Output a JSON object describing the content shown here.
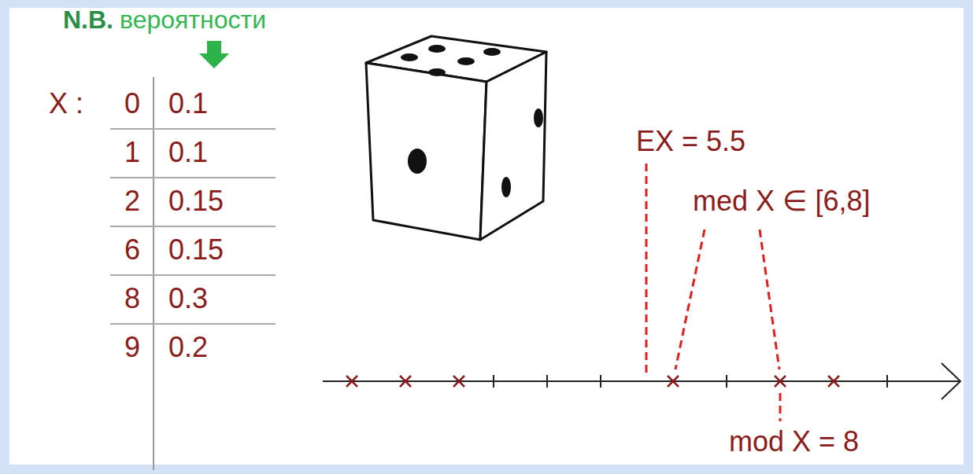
{
  "diagram": {
    "labels": [
      "N.B.",
      "вероятности",
      "X :",
      "0",
      "0.1",
      "1",
      "0.1",
      "2",
      "0.15",
      "6",
      "0.15",
      "8",
      "0.3",
      "9",
      "0.2",
      "EX = 5.5",
      "med X ∈ [6,8]",
      "mod X = 8"
    ]
  }
}
